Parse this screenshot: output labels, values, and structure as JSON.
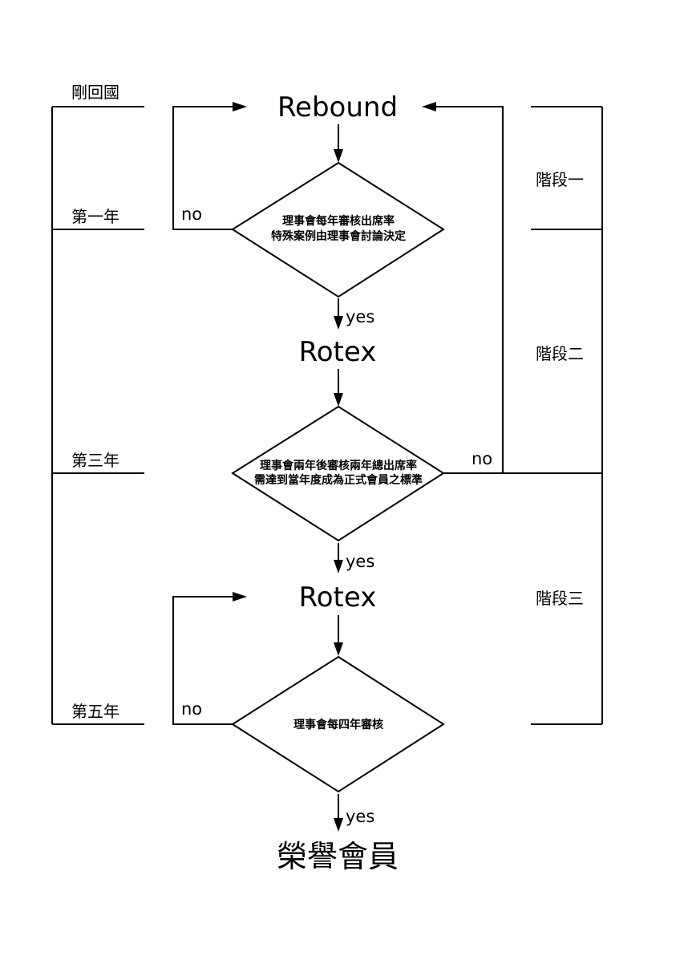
{
  "nodes": {
    "rebound": "Rebound",
    "rotex_1": "Rotex",
    "rotex_2": "Rotex",
    "honorary": "榮譽會員"
  },
  "decisions": {
    "d1": {
      "line1": "理事會每年審核出席率",
      "line2": "特殊案例由理事會討論決定"
    },
    "d2": {
      "line1": "理事會兩年後審核兩年總出席率",
      "line2": "需達到當年度成為正式會員之標準"
    },
    "d3": {
      "line1": "理事會每四年審核"
    }
  },
  "edge_labels": {
    "yes": "yes",
    "no": "no"
  },
  "timeline": {
    "returned": "剛回國",
    "year1": "第一年",
    "year3": "第三年",
    "year5": "第五年"
  },
  "stages": {
    "stage1": "階段一",
    "stage2": "階段二",
    "stage3": "階段三"
  }
}
